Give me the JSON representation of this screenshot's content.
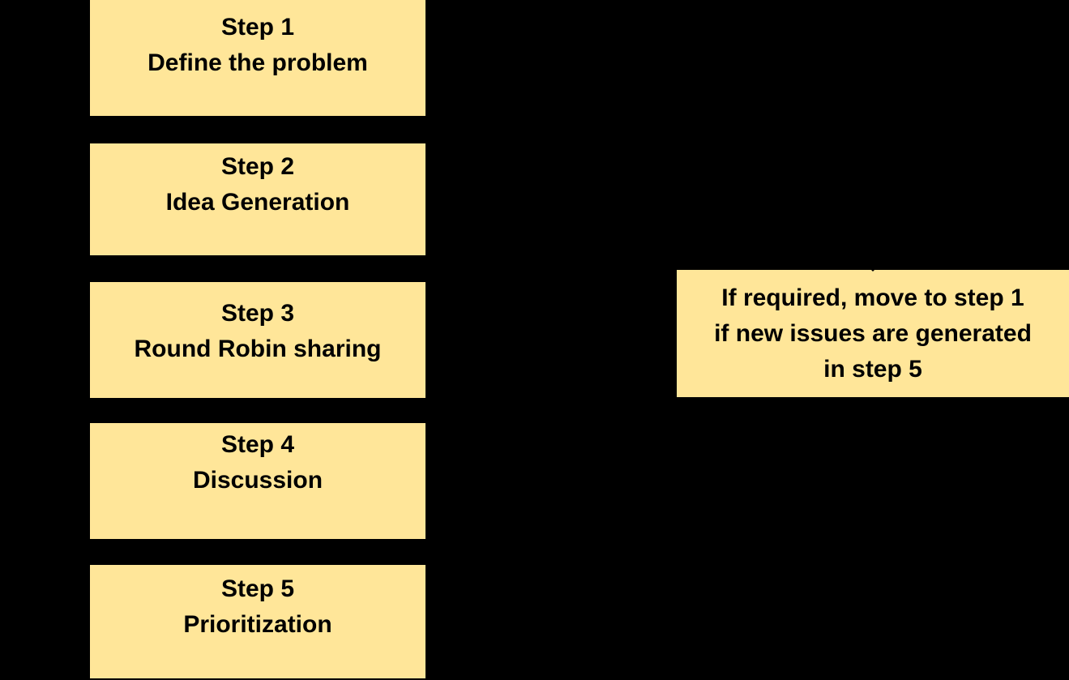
{
  "colors": {
    "background": "#000000",
    "box_fill": "#FFE699",
    "text": "#000000"
  },
  "steps": [
    {
      "title": "Step 1",
      "subtitle": "Define the problem"
    },
    {
      "title": "Step 2",
      "subtitle": "Idea Generation"
    },
    {
      "title": "Step 3",
      "subtitle": "Round Robin sharing"
    },
    {
      "title": "Step 4",
      "subtitle": "Discussion"
    },
    {
      "title": "Step 5",
      "subtitle": "Prioritization"
    }
  ],
  "note": {
    "text": "If required, move to step 1 if new issues are generated in step 5",
    "lines": [
      "If required, move to step 1",
      "if new issues are generated",
      "in step 5"
    ]
  }
}
